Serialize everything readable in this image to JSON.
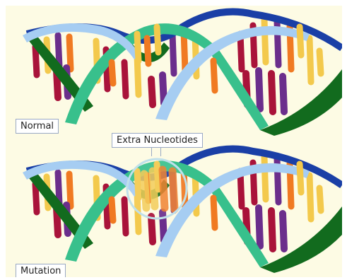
{
  "captions": {
    "normal": "Normal",
    "mutation": "Mutation",
    "extra": "Extra Nucleotides"
  },
  "colors": {
    "background": "#fdfbe4",
    "back_strand_blue": "#1a3fa6",
    "front_strand_light_blue": "#a6cdf2",
    "strand_green": "#126b1e",
    "strand_teal": "#38c08c",
    "base_yellow": "#f3c94c",
    "base_orange": "#f07a22",
    "base_red": "#a9133a",
    "base_purple": "#6b2e8c",
    "highlight_ring": "#bfe0ea"
  }
}
